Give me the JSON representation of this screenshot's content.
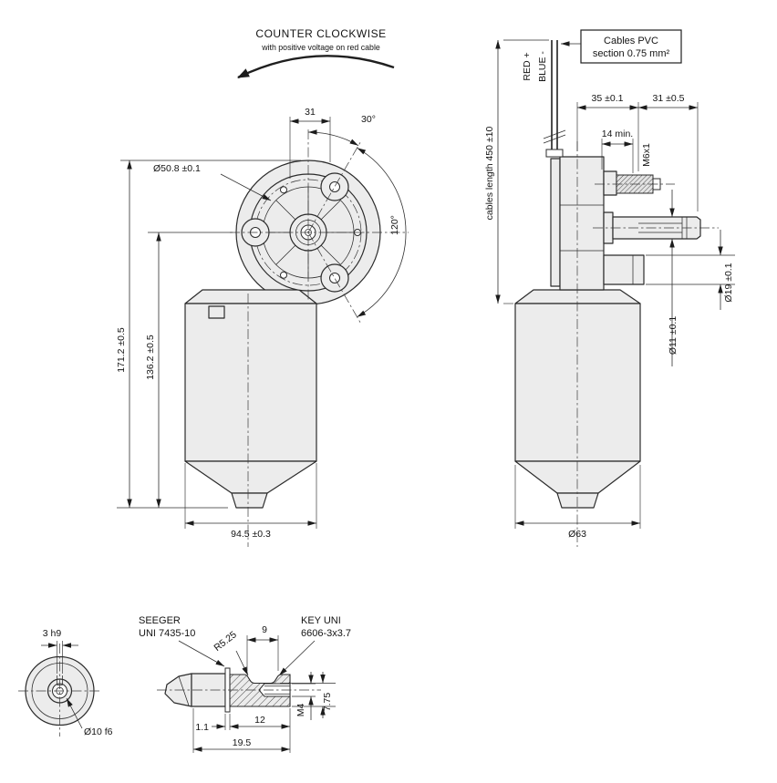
{
  "drawing": {
    "front_view": {
      "rotation_label": "COUNTER CLOCKWISE",
      "rotation_sublabel": "with positive voltage on red cable",
      "dims": {
        "top_width": "31",
        "angle_30": "30°",
        "bolt_circle": "Ø50.8 ±0.1",
        "angle_120": "120°",
        "total_height": "171.2 ±0.5",
        "body_height": "136.2 ±0.5",
        "body_width": "94.5 ±0.3"
      }
    },
    "side_view": {
      "note_line1": "Cables PVC",
      "note_line2": "section 0.75 mm²",
      "cable_red": "RED +",
      "cable_blue": "BLUE -",
      "dims": {
        "cable_length": "cables length 450 ±10",
        "shaft_35": "35 ±0.1",
        "shaft_31": "31 ±0.5",
        "thread_length": "14 min.",
        "thread": "M6x1",
        "boss_dia": "Ø19 ±0.1",
        "shaft_dia": "Ø11 ±0.1",
        "motor_dia": "Ø63"
      }
    },
    "detail": {
      "key_width": "3 h9",
      "shaft_fit": "Ø10 f6",
      "seeger_line1": "SEEGER",
      "seeger_line2": "UNI 7435-10",
      "pocket_radius": "R5.25",
      "key_length": "9",
      "key_spec_line1": "KEY UNI",
      "key_spec_line2": "6606-3x3.7",
      "groove_width": "1.1",
      "thread_depth": "12",
      "tap": "M4",
      "key_depth": "7.75",
      "shaft_length": "19.5"
    }
  }
}
